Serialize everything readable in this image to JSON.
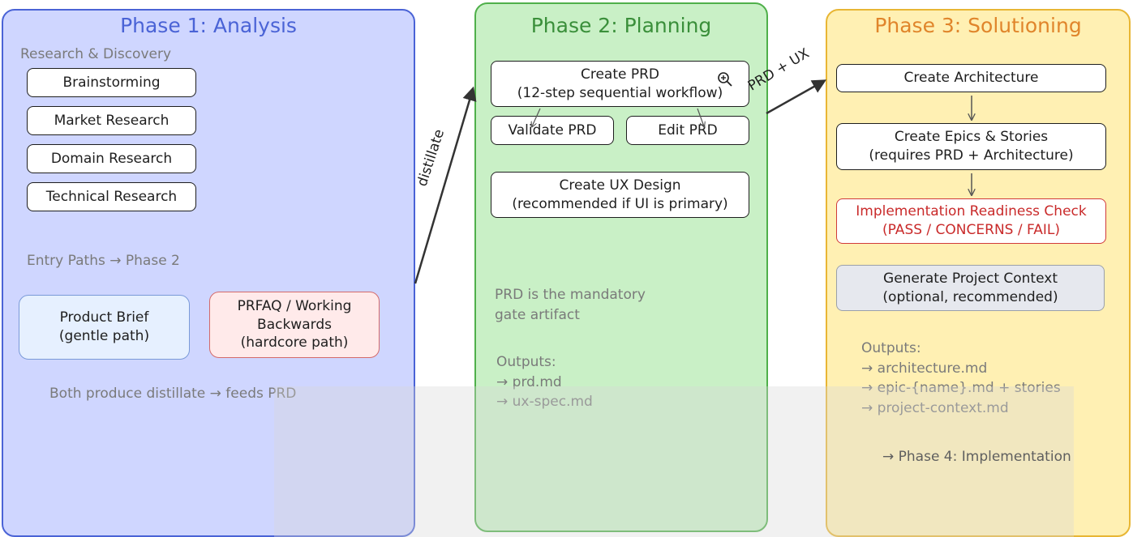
{
  "colors": {
    "phase1_bg": "#cfd6ff",
    "phase1_border": "#4a63d6",
    "phase1_title": "#4a63d6",
    "phase2_bg": "#c9f0c6",
    "phase2_border": "#4fb04a",
    "phase2_title": "#3a8f3a",
    "phase3_bg": "#fff0b3",
    "phase3_border": "#e8b634",
    "phase3_title": "#e0852b",
    "brief_bg": "#e6f0ff",
    "brief_border": "#7a9ad8",
    "prfaq_bg": "#ffeaea",
    "prfaq_border": "#d46a6a",
    "check_border": "#d03a3a",
    "check_text": "#c92a2a",
    "context_bg": "#e6e8ee",
    "context_border": "#9aa0aa"
  },
  "phase1": {
    "title": "Phase 1: Analysis",
    "section": "Research & Discovery",
    "research": [
      "Brainstorming",
      "Market Research",
      "Domain Research",
      "Technical Research"
    ],
    "entry_label": "Entry Paths → Phase 2",
    "brief": "Product Brief\n(gentle path)",
    "prfaq": "PRFAQ / Working\nBackwards\n(hardcore path)",
    "footer": "Both produce distillate → feeds PRD"
  },
  "connectors": {
    "distillate": "distillate",
    "prd_ux": "PRD + UX"
  },
  "phase2": {
    "title": "Phase 2: Planning",
    "create_prd": "Create PRD\n(12-step sequential workflow)",
    "validate": "Validate PRD",
    "edit": "Edit PRD",
    "ux": "Create UX Design\n(recommended if UI is primary)",
    "note": "PRD is the mandatory\ngate artifact",
    "outputs": "Outputs:\n→ prd.md\n→ ux-spec.md"
  },
  "phase3": {
    "title": "Phase 3: Solutioning",
    "architecture": "Create Architecture",
    "epics": "Create Epics & Stories\n(requires PRD + Architecture)",
    "check": "Implementation Readiness Check\n(PASS / CONCERNS / FAIL)",
    "context": "Generate Project Context\n(optional, recommended)",
    "outputs": "Outputs:\n→ architecture.md\n→ epic-{name}.md + stories\n→ project-context.md",
    "next": "→ Phase 4: Implementation"
  },
  "icons": {
    "zoom": "zoom-in-icon"
  }
}
